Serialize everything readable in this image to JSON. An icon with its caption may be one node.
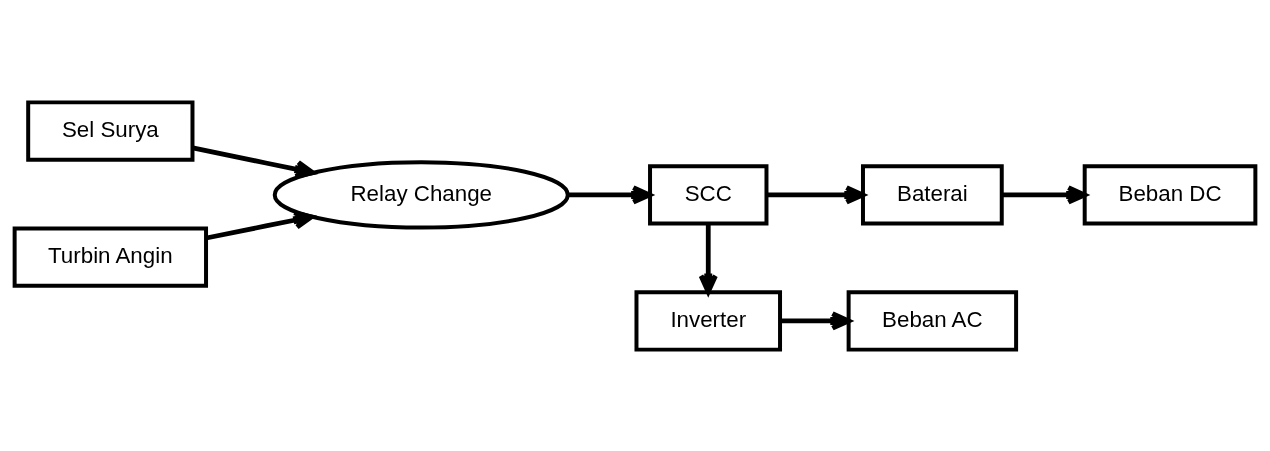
{
  "diagram": {
    "nodes": [
      {
        "text": [
          "Sel Surya"
        ]
      },
      {
        "text": [
          "Relay Change"
        ]
      },
      {
        "text": [
          "Turbin Angin"
        ]
      },
      {
        "text": [
          "SCC"
        ]
      },
      {
        "text": [
          "Baterai"
        ]
      },
      {
        "text": [
          "Beban DC"
        ]
      },
      {
        "text": [
          "Inverter"
        ]
      },
      {
        "text": [
          "Beban AC"
        ]
      }
    ],
    "edges": [
      {
        "from": 0,
        "to": 1,
        "arrow": "to"
      },
      {
        "from": 2,
        "to": 1,
        "arrow": "to"
      },
      {
        "from": 1,
        "to": 3,
        "arrow": "to"
      },
      {
        "from": 3,
        "to": 4,
        "arrow": "to"
      },
      {
        "from": 4,
        "to": 5,
        "arrow": "to"
      },
      {
        "from": 3,
        "to": 6,
        "arrow": "to"
      },
      {
        "from": 6,
        "to": 7,
        "arrow": "to"
      }
    ]
  }
}
